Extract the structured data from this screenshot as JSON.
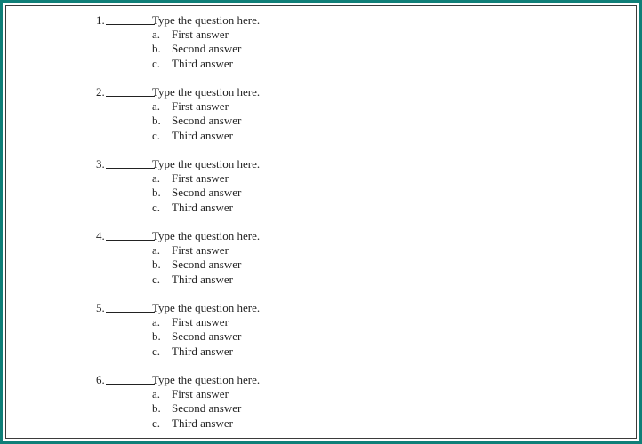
{
  "questions": [
    {
      "number": "1.",
      "blank": "_______",
      "text": "Type the question here.",
      "answers": [
        {
          "letter": "a.",
          "text": "First answer"
        },
        {
          "letter": "b.",
          "text": "Second answer"
        },
        {
          "letter": "c.",
          "text": "Third answer"
        }
      ]
    },
    {
      "number": "2.",
      "blank": "_______",
      "text": "Type the question here.",
      "answers": [
        {
          "letter": "a.",
          "text": "First answer"
        },
        {
          "letter": "b.",
          "text": "Second answer"
        },
        {
          "letter": "c.",
          "text": "Third answer"
        }
      ]
    },
    {
      "number": "3.",
      "blank": "_______",
      "text": "Type the question here.",
      "answers": [
        {
          "letter": "a.",
          "text": "First answer"
        },
        {
          "letter": "b.",
          "text": "Second answer"
        },
        {
          "letter": "c.",
          "text": "Third answer"
        }
      ]
    },
    {
      "number": "4.",
      "blank": "_______",
      "text": "Type the question here.",
      "answers": [
        {
          "letter": "a.",
          "text": "First answer"
        },
        {
          "letter": "b.",
          "text": "Second answer"
        },
        {
          "letter": "c.",
          "text": "Third answer"
        }
      ]
    },
    {
      "number": "5.",
      "blank": "_______",
      "text": "Type the question here.",
      "answers": [
        {
          "letter": "a.",
          "text": "First answer"
        },
        {
          "letter": "b.",
          "text": "Second answer"
        },
        {
          "letter": "c.",
          "text": "Third answer"
        }
      ]
    },
    {
      "number": "6.",
      "blank": "_______",
      "text": "Type the question here.",
      "answers": [
        {
          "letter": "a.",
          "text": "First answer"
        },
        {
          "letter": "b.",
          "text": "Second answer"
        },
        {
          "letter": "c.",
          "text": "Third answer"
        }
      ]
    }
  ],
  "colors": {
    "border": "#0f7f78",
    "inner_border": "#3b3b3b",
    "text": "#222222"
  }
}
